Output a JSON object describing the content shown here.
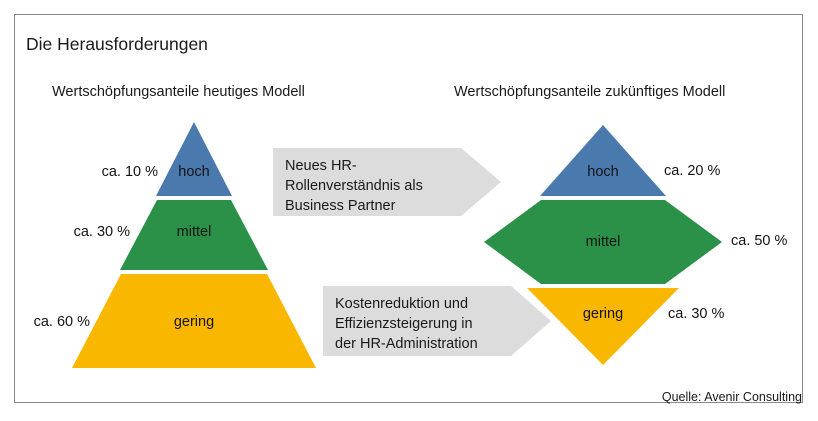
{
  "slide": {
    "title": "Die Herausforderungen",
    "source": "Quelle: Avenir Consulting",
    "frame_border_color": "#8a8a8a",
    "background": "#ffffff"
  },
  "palette": {
    "blue": "#4a79ae",
    "green": "#2b9148",
    "yellow": "#f9b700",
    "callout_gray": "#dcdcdc",
    "text": "#141414"
  },
  "columns": {
    "left_heading": "Wertschöpfungsanteile heutiges Modell",
    "right_heading": "Wertschöpfungsanteile zukünftiges Modell"
  },
  "chart_data": {
    "type": "pyramid",
    "title": "Die Herausforderungen",
    "charts": [
      {
        "name": "heutiges-modell",
        "shape": "pyramid",
        "title": "Wertschöpfungsanteile heutiges Modell",
        "label_side": "left",
        "segments": [
          {
            "label": "hoch",
            "value": 10,
            "value_text": "ca. 10 %",
            "color": "#4a79ae"
          },
          {
            "label": "mittel",
            "value": 30,
            "value_text": "ca. 30 %",
            "color": "#2b9148"
          },
          {
            "label": "gering",
            "value": 60,
            "value_text": "ca. 60 %",
            "color": "#f9b700"
          }
        ]
      },
      {
        "name": "zukuenftiges-modell",
        "shape": "diamond",
        "title": "Wertschöpfungsanteile zukünftiges Modell",
        "label_side": "right",
        "segments": [
          {
            "label": "hoch",
            "value": 20,
            "value_text": "ca. 20 %",
            "color": "#4a79ae"
          },
          {
            "label": "mittel",
            "value": 50,
            "value_text": "ca. 50 %",
            "color": "#2b9148"
          },
          {
            "label": "gering",
            "value": 30,
            "value_text": "ca. 30 %",
            "color": "#f9b700"
          }
        ]
      }
    ]
  },
  "callouts": [
    {
      "text": "Neues HR-\nRollenverständnis als\nBusiness Partner"
    },
    {
      "text": "Kostenreduktion und\nEffizienzsteigerung in\nder HR-Administration"
    }
  ]
}
